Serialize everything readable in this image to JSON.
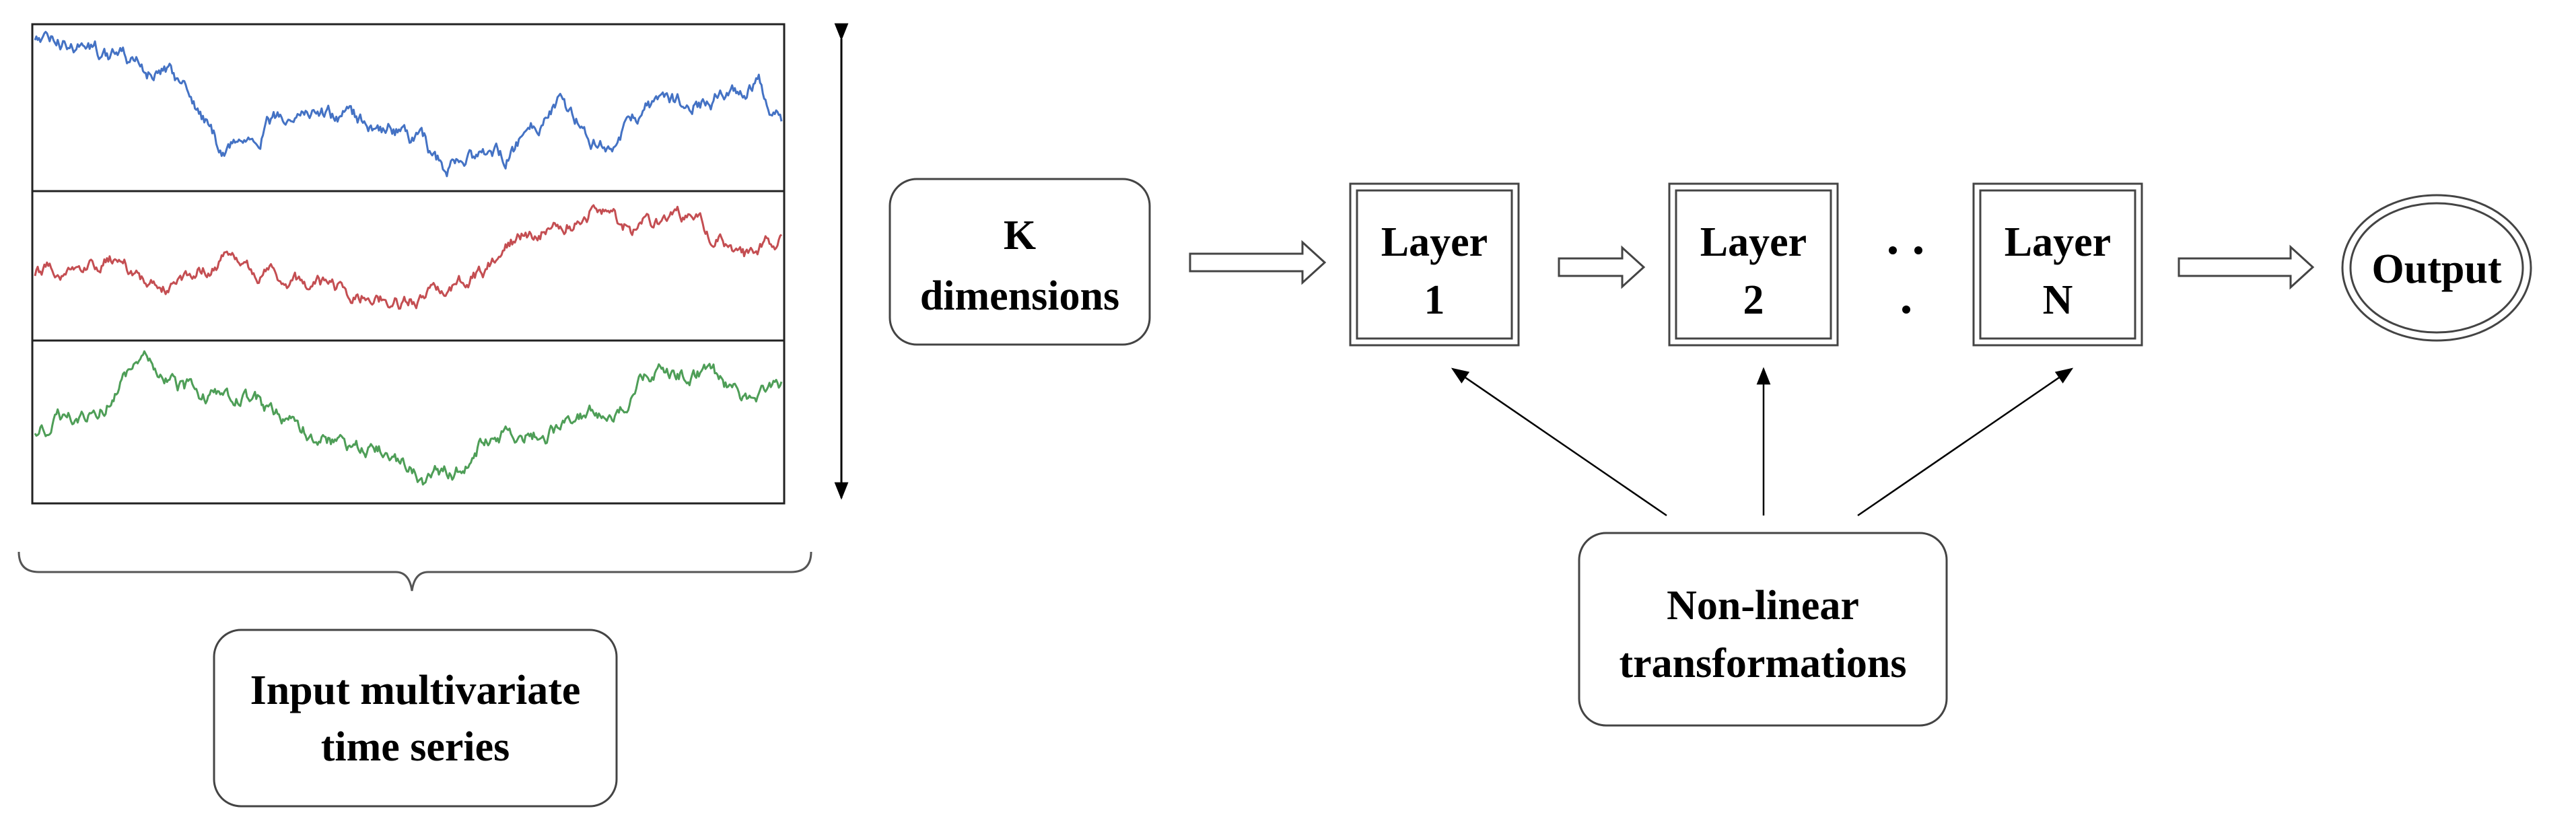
{
  "input_label": {
    "line1": "Input multivariate",
    "line2": "time series"
  },
  "k_box": {
    "line1": "K",
    "line2": "dimensions"
  },
  "layers": [
    {
      "line1": "Layer",
      "line2": "1"
    },
    {
      "line1": "Layer",
      "line2": "2"
    },
    {
      "line1": "Layer",
      "line2": "N"
    }
  ],
  "output_label": "Output",
  "nonlinear_label": {
    "line1": "Non-linear",
    "line2": "transformations"
  },
  "series_colors": [
    "#4472c4",
    "#c44e52",
    "#4e9e57"
  ]
}
